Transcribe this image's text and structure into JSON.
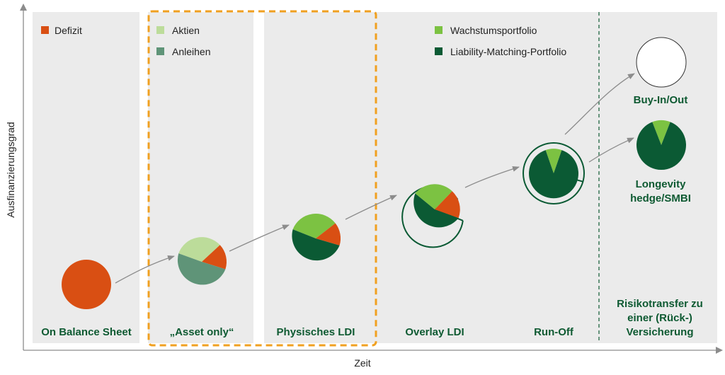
{
  "axes": {
    "x_label": "Zeit",
    "y_label": "Ausfinanzierungsgrad"
  },
  "legend": {
    "defizit": "Defizit",
    "aktien": "Aktien",
    "anleihen": "Anleihen",
    "wachstum": "Wachstumsportfolio",
    "lmp": "Liability-Matching-Portfolio"
  },
  "stages": {
    "on_balance_sheet": "On Balance Sheet",
    "asset_only": "„Asset only“",
    "physisches_ldi": "Physisches LDI",
    "overlay_ldi": "Overlay LDI",
    "run_off": "Run-Off",
    "buy_in_out": "Buy-In/Out",
    "longevity_1": "Longevity",
    "longevity_2": "hedge/SMBI",
    "risikotransfer_1": "Risikotransfer zu",
    "risikotransfer_2": "einer (Rück-)",
    "risikotransfer_3": "Versicherung"
  },
  "colors": {
    "defizit": "#d94f13",
    "aktien": "#bcdc9a",
    "anleihen": "#5f9478",
    "wachstum": "#7cc242",
    "lmp": "#0b5a34",
    "highlight": "#f0a020",
    "panel": "#ebebeb"
  }
}
